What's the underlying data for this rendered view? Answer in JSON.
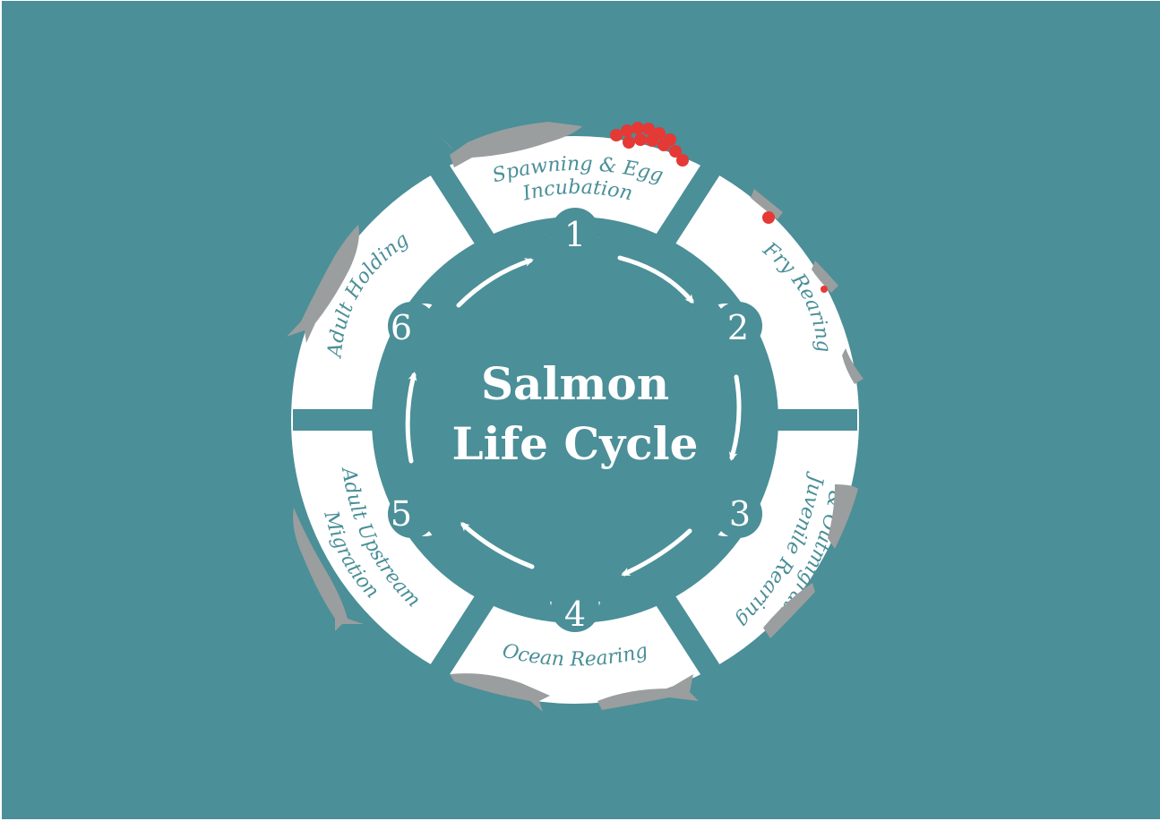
{
  "colors": {
    "background": "#4b8f98",
    "ring": "#ffffff",
    "label_text": "#4a8f98",
    "fish": "#9a9e9e",
    "eggs": "#e53935"
  },
  "title": {
    "line1": "Salmon",
    "line2": "Life Cycle"
  },
  "stages": [
    {
      "number": "1",
      "line1": "Spawning & Egg",
      "line2": "Incubation",
      "icon": "adult-salmon-and-eggs-icon"
    },
    {
      "number": "2",
      "line1": "Fry Rearing",
      "line2": "",
      "icon": "fry-icon"
    },
    {
      "number": "3",
      "line1": "Juvenile Rearing",
      "line2": "& Outmigration",
      "icon": "juvenile-salmon-icon"
    },
    {
      "number": "4",
      "line1": "Ocean Rearing",
      "line2": "",
      "icon": "ocean-salmon-icon"
    },
    {
      "number": "5",
      "line1": "Adult Upstream",
      "line2": "Migration",
      "icon": "upstream-salmon-icon"
    },
    {
      "number": "6",
      "line1": "Adult Holding",
      "line2": "",
      "icon": "holding-salmon-icon"
    }
  ]
}
